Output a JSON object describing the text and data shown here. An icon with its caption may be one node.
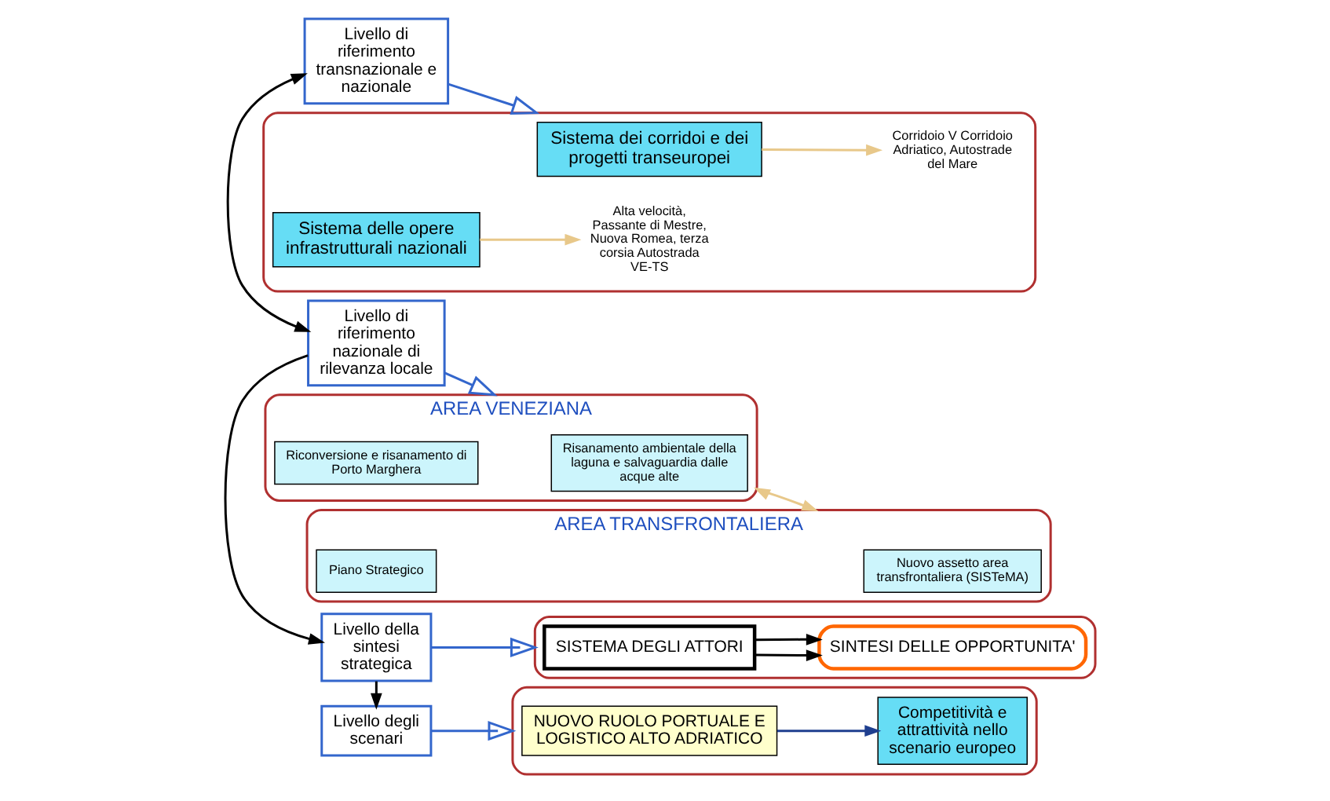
{
  "diagram": {
    "nodes": [
      {
        "text": [
          "Livello di riferimento transnazionale e nazionale"
        ]
      },
      {
        "text": [],
        "shape": "box"
      },
      {
        "text": [
          "Sistema dei corridoi e dei progetti transeuropei"
        ],
        "in": 1
      },
      {
        "text": [
          "Sistema delle opere infrastrutturali nazionali"
        ],
        "in": 1
      },
      {
        "text": [
          "Corridoio V Corridoio Adriatico, Autostrade del Mare"
        ],
        "in": 1
      },
      {
        "text": [
          "Alta velocità, Passante di Mestre, Nuova Romea, terza corsia Autostrada VE-TS"
        ],
        "in": 1
      },
      {
        "text": [
          "Livello di riferimento nazionale di rilevanza locale"
        ]
      },
      {
        "text": [
          "AREA VENEZIANA"
        ]
      },
      {
        "text": [
          "Risanamento ambientale della laguna e salvaguardia dalle acque alte"
        ],
        "in": 7
      },
      {
        "text": [
          "Riconversione e risanamento di Porto Marghera"
        ],
        "in": 7
      },
      {
        "text": [
          "AREA TRANSFRONTALIERA"
        ]
      },
      {
        "text": [
          "Nuovo assetto area transfrontaliera (SISTeMA)"
        ],
        "in": 10
      },
      {
        "text": [
          "Piano Strategico"
        ],
        "in": 10
      },
      {
        "text": [
          "Livello della sintesi strategica"
        ]
      },
      {
        "text": [],
        "shape": "box"
      },
      {
        "text": [
          "SISTEMA DEGLI ATTORI"
        ],
        "in": 14
      },
      {
        "text": [
          "SINTESI DELLE OPPORTUNITA'"
        ],
        "in": 14
      },
      {
        "text": [
          "Livello degli scenari"
        ]
      },
      {
        "text": [],
        "shape": "box"
      },
      {
        "text": [
          "NUOVO RUOLO PORTUALE E LOGISTICO ALTO ADRIATICO"
        ],
        "in": 18
      },
      {
        "text": [
          "Competitività e attrattività nello scenario europeo"
        ],
        "in": 18
      }
    ],
    "edges": [
      {
        "from": 0,
        "to": 1,
        "arrow": "to",
        "color": "#3366cc"
      },
      {
        "from": 0,
        "to": 6,
        "arrow": "both"
      },
      {
        "from": 2,
        "to": 4,
        "arrow": "to",
        "color": "#e8c88a"
      },
      {
        "from": 3,
        "to": 5,
        "arrow": "to",
        "color": "#e8c88a"
      },
      {
        "from": 6,
        "to": 7,
        "arrow": "to",
        "color": "#3366cc"
      },
      {
        "from": 7,
        "to": 10,
        "arrow": "both",
        "color": "#e8c88a"
      },
      {
        "from": 6,
        "to": 13,
        "arrow": "to"
      },
      {
        "from": 13,
        "to": 14,
        "arrow": "to",
        "color": "#3366cc"
      },
      {
        "from": 15,
        "to": 16,
        "arrow": "to"
      },
      {
        "from": 15,
        "to": 16,
        "arrow": "to"
      },
      {
        "from": 13,
        "to": 17,
        "arrow": "to"
      },
      {
        "from": 17,
        "to": 18,
        "arrow": "to",
        "color": "#3366cc"
      },
      {
        "from": 19,
        "to": 20,
        "arrow": "to",
        "color": "#1f3f8f"
      }
    ]
  }
}
